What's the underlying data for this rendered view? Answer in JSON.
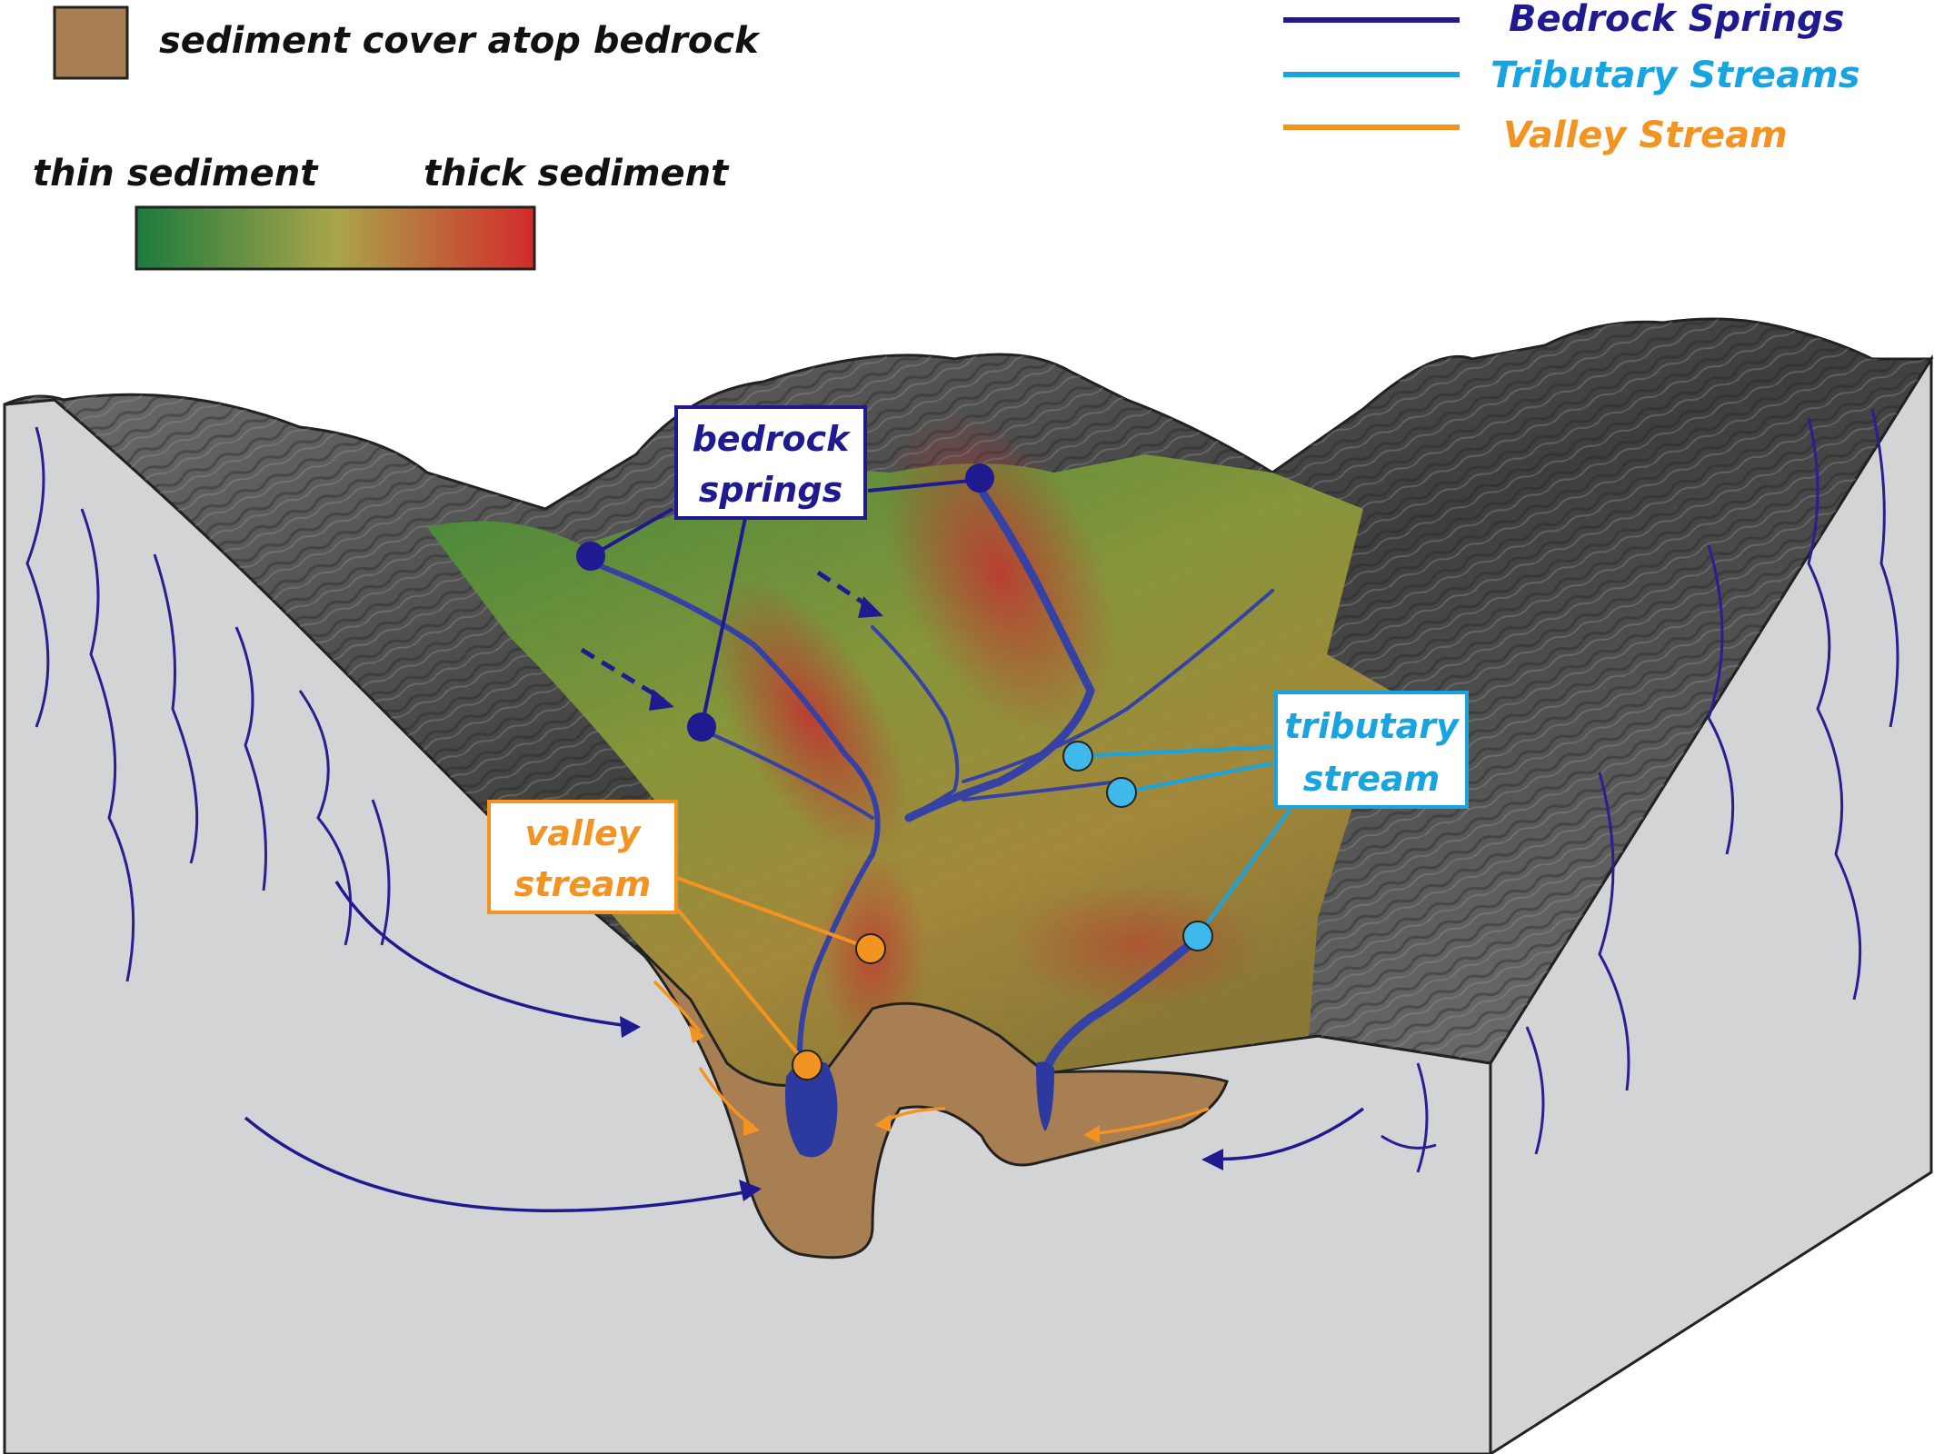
{
  "legend": {
    "sediment_cover": {
      "label": "sediment cover atop bedrock",
      "color": "#a87f52"
    },
    "gradient": {
      "min_label": "thin sediment",
      "max_label": "thick sediment",
      "colors": [
        "#1c7a3d",
        "#a9a54a",
        "#d32a2a"
      ]
    },
    "lines": [
      {
        "label": "Bedrock Springs",
        "color": "#1f1a8f"
      },
      {
        "label": "Tributary Streams",
        "color": "#18a4e0"
      },
      {
        "label": "Valley Stream",
        "color": "#f39321"
      }
    ]
  },
  "callouts": {
    "bedrock_springs": {
      "line1": "bedrock",
      "line2": "springs",
      "color": "#1f1a8f"
    },
    "tributary_stream": {
      "line1": "tributary",
      "line2": "stream",
      "color": "#18a4e0"
    },
    "valley_stream": {
      "line1": "valley",
      "line2": "stream",
      "color": "#f39321"
    }
  },
  "colors": {
    "bedrock_block": "#d3d4d6",
    "terrain_dark": "#4a4a4a",
    "stream_dark_blue": "#3641a6",
    "fracture_lines": "#2a1f92"
  }
}
